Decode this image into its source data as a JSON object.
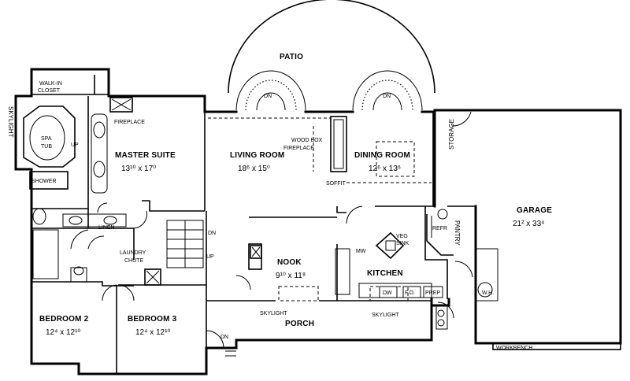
{
  "rooms": {
    "master_suite": {
      "name": "MASTER SUITE",
      "dims": "13¹⁰ x 17⁰"
    },
    "living_room": {
      "name": "LIVING ROOM",
      "dims": "18⁶ x 15⁰"
    },
    "dining_room": {
      "name": "DINING ROOM",
      "dims": "12⁶ x 13⁶"
    },
    "garage": {
      "name": "GARAGE",
      "dims": "21² x 33⁴"
    },
    "nook": {
      "name": "NOOK",
      "dims": "9¹⁰ x 11⁸"
    },
    "kitchen": {
      "name": "KITCHEN"
    },
    "bedroom_2": {
      "name": "BEDROOM 2",
      "dims": "12⁴ x 12¹⁰"
    },
    "bedroom_3": {
      "name": "BEDROOM 3",
      "dims": "12⁴ x 12¹⁰"
    },
    "porch": {
      "name": "PORCH"
    },
    "patio": {
      "name": "PATIO"
    }
  },
  "labels": {
    "walk_in_closet_1": "WALK-IN",
    "walk_in_closet_2": "CLOSET",
    "skylight_left": "SKYLIGHT",
    "spa_tub_1": "SPA",
    "spa_tub_2": "TUB",
    "up_spa": "UP",
    "shower": "SHOWER",
    "fireplace_master": "FIREPLACE",
    "linen": "LINEN",
    "laundry_chute_1": "LAUNDRY",
    "laundry_chute_2": "CHUTE",
    "stair_dn": "DN",
    "stair_up": "UP",
    "wood_box_1": "WOOD BOX",
    "wood_box_2": "FIREPLACE",
    "soffit": "SOFFIT",
    "dn_left": "DN",
    "dn_right": "DN",
    "storage": "STORAGE",
    "pantry": "PANTRY",
    "refrig": "REFR",
    "vegsink_1": "VEG",
    "vegsink_2": "SINK",
    "mw": "MW",
    "dw": "DW",
    "fo": "F.O.",
    "prep": "PREP",
    "skylight_nook": "SKYLIGHT",
    "skylight_kitchen": "SKYLIGHT",
    "dn_porch": "DN",
    "workbench": "WORKBENCH",
    "wh": "W.H."
  }
}
